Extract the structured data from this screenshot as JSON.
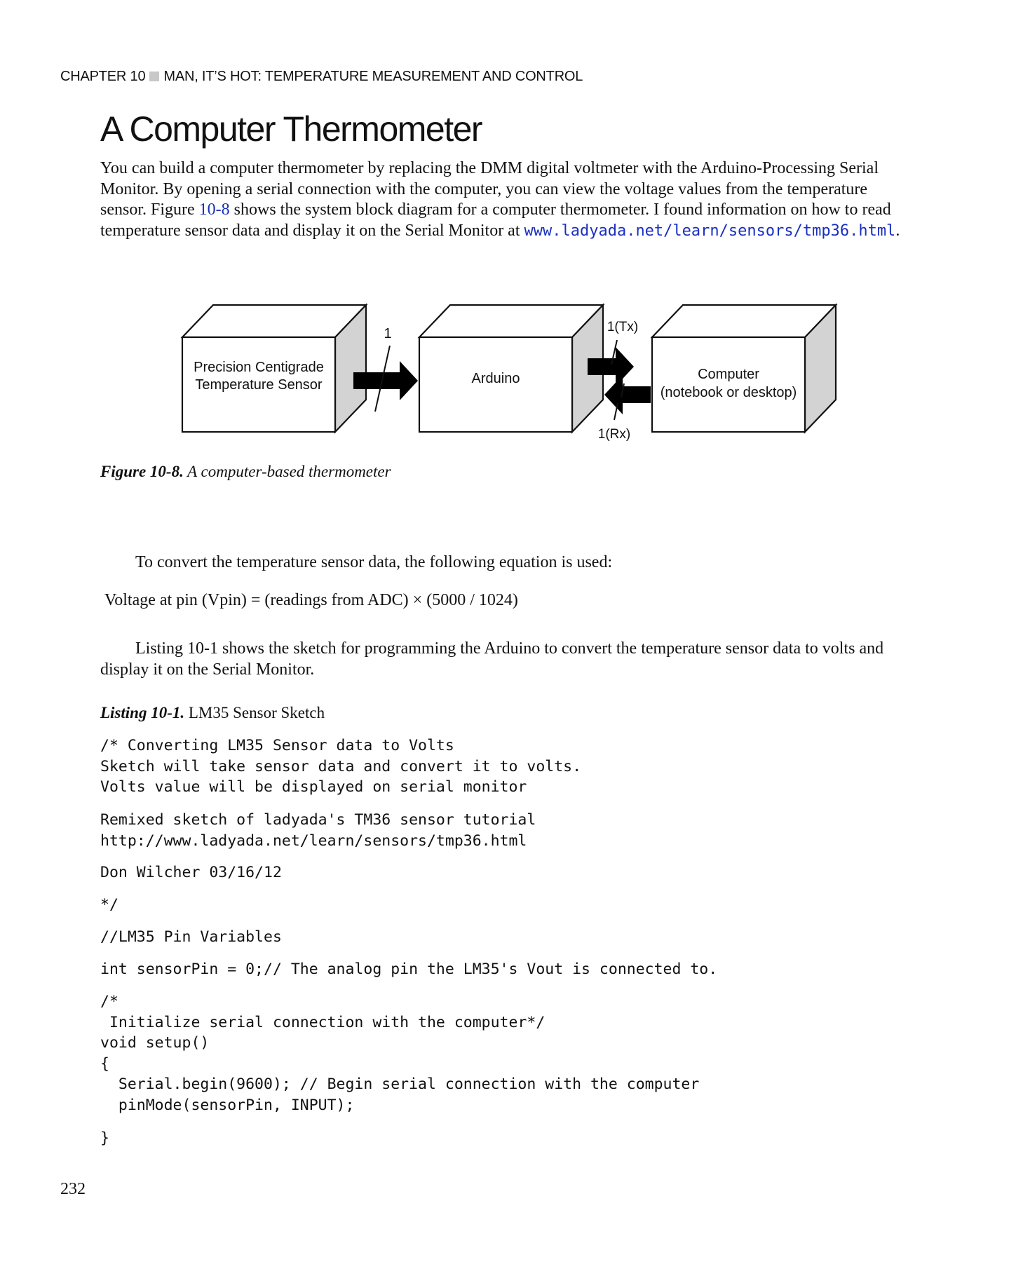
{
  "header": {
    "chapter": "CHAPTER 10",
    "title": "MAN, IT’S HOT: TEMPERATURE MEASUREMENT AND CONTROL"
  },
  "section_title": "A Computer Thermometer",
  "intro": {
    "text_a": "You can build a computer thermometer by replacing the DMM digital voltmeter with the Arduino-Processing Serial Monitor. By opening a serial connection with the computer, you can view the voltage values from the temperature sensor. Figure ",
    "figure_ref": "10-8",
    "text_b": " shows the system block diagram for a computer thermometer. I found information on how to read temperature sensor data and display it on the Serial Monitor at ",
    "url": "www.ladyada.net/learn/sensors/tmp36.html",
    "text_c": "."
  },
  "diagram": {
    "sensor_line1": "Precision Centigrade",
    "sensor_line2": "Temperature Sensor",
    "link_label": "1",
    "arduino": "Arduino",
    "tx_label": "1(Tx)",
    "rx_label": "1(Rx)",
    "computer_line1": "Computer",
    "computer_line2": "(notebook or desktop)"
  },
  "figure_caption": {
    "label": "Figure 10-8.",
    "text": " A computer-based thermometer"
  },
  "para_convert": "To convert the temperature sensor data, the following equation is used:",
  "equation": "Voltage at pin (Vpin) = (readings from ADC) × (5000 / 1024)",
  "para_listing": "Listing 10-1 shows the sketch for programming the Arduino to convert the temperature sensor data to volts and display it on the Serial Monitor.",
  "listing": {
    "label": "Listing 10-1.",
    "title": "  LM35 Sensor Sketch"
  },
  "code": {
    "block1": "/* Converting LM35 Sensor data to Volts\nSketch will take sensor data and convert it to volts.\nVolts value will be displayed on serial monitor",
    "block2": "Remixed sketch of ladyada's TM36 sensor tutorial\nhttp://www.ladyada.net/learn/sensors/tmp36.html",
    "block3": "Don Wilcher 03/16/12",
    "block4": "*/",
    "block5": "//LM35 Pin Variables",
    "block6": "int sensorPin = 0;// The analog pin the LM35's Vout is connected to.",
    "block7": "/*\n Initialize serial connection with the computer*/\nvoid setup()\n{\n  Serial.begin(9600); // Begin serial connection with the computer\n  pinMode(sensorPin, INPUT);",
    "block8": "}"
  },
  "page_number": "232"
}
